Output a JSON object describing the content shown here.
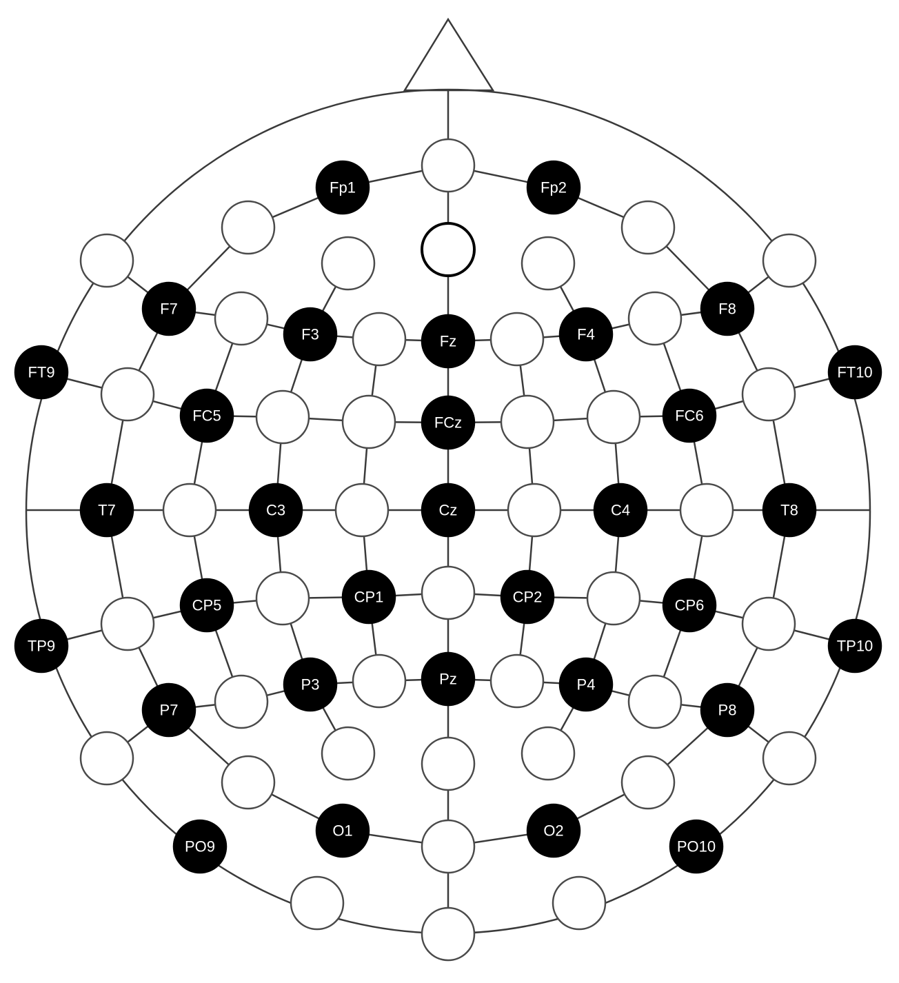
{
  "colors": {
    "active": "#000000",
    "inactive": "#ffffff",
    "line": "#3a3a3a",
    "label": "#ffffff"
  },
  "electrodes": [
    {
      "label": "",
      "filled": false
    },
    {
      "label": "",
      "filled": false
    },
    {
      "label": "Fz",
      "filled": true
    },
    {
      "label": "FCz",
      "filled": true
    },
    {
      "label": "Cz",
      "filled": true
    },
    {
      "label": "",
      "filled": false
    },
    {
      "label": "Pz",
      "filled": true
    },
    {
      "label": "",
      "filled": false
    },
    {
      "label": "",
      "filled": false
    },
    {
      "label": "",
      "filled": false
    },
    {
      "label": "Fp1",
      "filled": true
    },
    {
      "label": "",
      "filled": false
    },
    {
      "label": "",
      "filled": false
    },
    {
      "label": "",
      "filled": false
    },
    {
      "label": "F7",
      "filled": true
    },
    {
      "label": "",
      "filled": false
    },
    {
      "label": "F3",
      "filled": true
    },
    {
      "label": "",
      "filled": false
    },
    {
      "label": "FT9",
      "filled": true
    },
    {
      "label": "",
      "filled": false
    },
    {
      "label": "FC5",
      "filled": true
    },
    {
      "label": "",
      "filled": false
    },
    {
      "label": "",
      "filled": false
    },
    {
      "label": "T7",
      "filled": true
    },
    {
      "label": "",
      "filled": false
    },
    {
      "label": "C3",
      "filled": true
    },
    {
      "label": "",
      "filled": false
    },
    {
      "label": "TP9",
      "filled": true
    },
    {
      "label": "",
      "filled": false
    },
    {
      "label": "CP5",
      "filled": true
    },
    {
      "label": "",
      "filled": false
    },
    {
      "label": "CP1",
      "filled": true
    },
    {
      "label": "P7",
      "filled": true
    },
    {
      "label": "",
      "filled": false
    },
    {
      "label": "P3",
      "filled": true
    },
    {
      "label": "",
      "filled": false
    },
    {
      "label": "",
      "filled": false
    },
    {
      "label": "",
      "filled": false
    },
    {
      "label": "",
      "filled": false
    },
    {
      "label": "O1",
      "filled": true
    },
    {
      "label": "PO9",
      "filled": true
    },
    {
      "label": "",
      "filled": false
    },
    {
      "label": "Fp2",
      "filled": true
    },
    {
      "label": "",
      "filled": false
    },
    {
      "label": "",
      "filled": false
    },
    {
      "label": "",
      "filled": false
    },
    {
      "label": "F8",
      "filled": true
    },
    {
      "label": "",
      "filled": false
    },
    {
      "label": "F4",
      "filled": true
    },
    {
      "label": "",
      "filled": false
    },
    {
      "label": "FT10",
      "filled": true
    },
    {
      "label": "",
      "filled": false
    },
    {
      "label": "FC6",
      "filled": true
    },
    {
      "label": "",
      "filled": false
    },
    {
      "label": "",
      "filled": false
    },
    {
      "label": "T8",
      "filled": true
    },
    {
      "label": "",
      "filled": false
    },
    {
      "label": "C4",
      "filled": true
    },
    {
      "label": "",
      "filled": false
    },
    {
      "label": "TP10",
      "filled": true
    },
    {
      "label": "",
      "filled": false
    },
    {
      "label": "CP6",
      "filled": true
    },
    {
      "label": "",
      "filled": false
    },
    {
      "label": "CP2",
      "filled": true
    },
    {
      "label": "P8",
      "filled": true
    },
    {
      "label": "",
      "filled": false
    },
    {
      "label": "P4",
      "filled": true
    },
    {
      "label": "",
      "filled": false
    },
    {
      "label": "",
      "filled": false
    },
    {
      "label": "",
      "filled": false
    },
    {
      "label": "",
      "filled": false
    },
    {
      "label": "O2",
      "filled": true
    },
    {
      "label": "PO10",
      "filled": true
    },
    {
      "label": "",
      "filled": false
    }
  ]
}
